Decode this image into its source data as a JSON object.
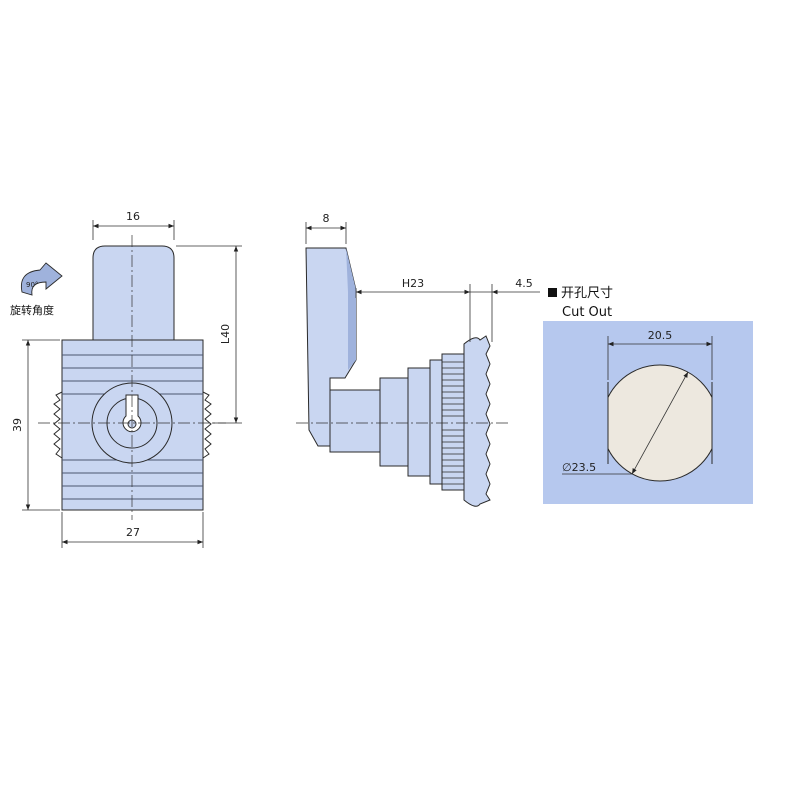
{
  "colors": {
    "part_fill": "#c9d6f1",
    "part_fill_dark": "#9fb2dc",
    "panel_fill": "#b6c8ee",
    "cut_circle_fill": "#ede8df",
    "line": "#2a2a2a"
  },
  "front_view": {
    "dim_width_top": "16",
    "dim_width_bottom": "27",
    "dim_height_left": "39",
    "dim_height_right": "L40",
    "rotation_badge": "90°",
    "rotation_label": "旋转角度",
    "rotation_icon": "curved-arrow-icon"
  },
  "side_view": {
    "dim_thickness": "8",
    "dim_h": "H23",
    "dim_flange": "4.5"
  },
  "cutout": {
    "title_cn": "开孔尺寸",
    "title_en": "Cut Out",
    "bullet_icon": "black-square-icon",
    "dim_flat": "20.5",
    "dim_diameter": "∅23.5"
  }
}
